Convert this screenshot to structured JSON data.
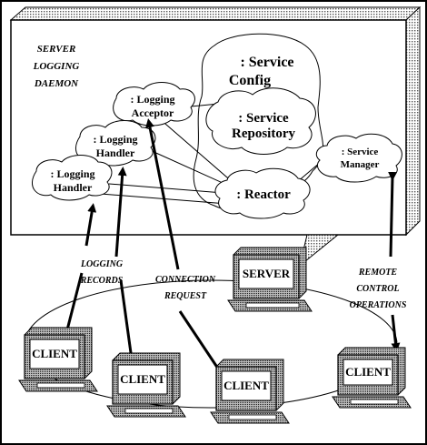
{
  "daemon": {
    "title_lines": [
      "SERVER",
      "LOGGING",
      "DAEMON"
    ]
  },
  "clouds": {
    "service_config": [
      "Service",
      "Config"
    ],
    "service_repository": [
      ": Service",
      "Repository"
    ],
    "logging_acceptor": [
      ": Logging",
      "Acceptor"
    ],
    "logging_handler_1": [
      ": Logging",
      "Handler"
    ],
    "logging_handler_2": [
      ": Logging",
      "Handler"
    ],
    "reactor": [
      ": Reactor"
    ],
    "service_manager": [
      ": Service",
      "Manager"
    ]
  },
  "annotations": {
    "logging_records": [
      "LOGGING",
      "RECORDS"
    ],
    "connection_request": [
      "CONNECTION",
      "REQUEST"
    ],
    "remote_control": [
      "REMOTE",
      "CONTROL",
      "OPERATIONS"
    ]
  },
  "hosts": {
    "server": "SERVER",
    "client_1": "CLIENT",
    "client_2": "CLIENT",
    "client_3": "CLIENT",
    "client_4": "CLIENT"
  },
  "service_config_prefix": ": "
}
